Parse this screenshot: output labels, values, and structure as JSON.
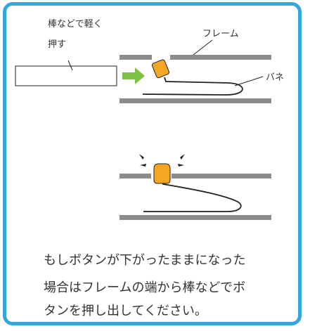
{
  "labels": {
    "push_line1": "棒などで軽く",
    "push_line2": "押す",
    "frame": "フレーム",
    "spring": "バネ"
  },
  "body": {
    "line1": "もしボタンが下がったままになった",
    "line2": "場合はフレームの端から棒などでボ",
    "line3": "タンを押し出してください。"
  },
  "colors": {
    "border": "#35a6db",
    "frame_bar": "#8c8c8c",
    "button": "#f5a623",
    "arrow": "#7dc243",
    "line": "#222222"
  }
}
